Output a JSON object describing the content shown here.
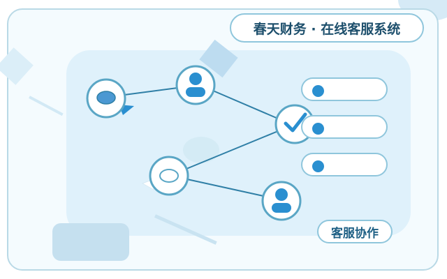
{
  "header": {
    "title": "春天财务 · 在线客服系统"
  },
  "network": {
    "nodes": [
      {
        "id": "chat-top",
        "icon": "chat-bubble-icon"
      },
      {
        "id": "agent-top",
        "icon": "user-avatar-icon"
      },
      {
        "id": "hub",
        "icon": "checkmark-icon"
      },
      {
        "id": "chat-bottom",
        "icon": "chat-bubble-outline-icon"
      },
      {
        "id": "agent-bottom",
        "icon": "user-avatar-icon"
      }
    ]
  },
  "list": {
    "items": [
      {
        "icon": "dot-icon"
      },
      {
        "icon": "dot-icon"
      },
      {
        "icon": "dot-icon"
      }
    ]
  },
  "tag": {
    "label": "客服协作"
  },
  "colors": {
    "accent": "#2a8fd0",
    "node_border": "#5aa6c5",
    "line": "#2f7fa6",
    "title_text": "#1d4f6c",
    "panel": "#dff1fb"
  }
}
